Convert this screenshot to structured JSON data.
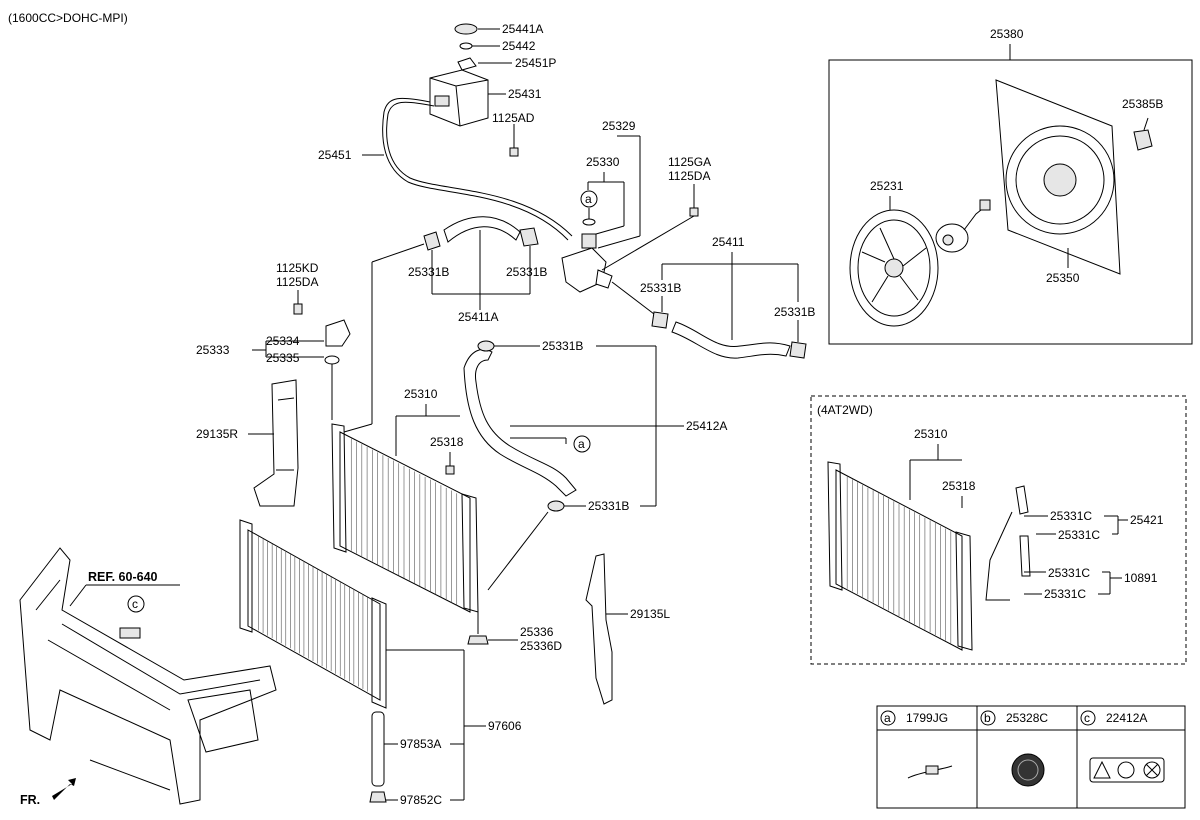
{
  "header": {
    "engine_note": "(1600CC>DOHC-MPI)"
  },
  "main_parts": {
    "p25441A": "25441A",
    "p25442": "25442",
    "p25451P": "25451P",
    "p25431": "25431",
    "p1125AD": "1125AD",
    "p25451": "25451",
    "p25329": "25329",
    "p25330": "25330",
    "p1125GA": "1125GA",
    "p1125DA_a": "1125DA",
    "p25411": "25411",
    "p25331B_1": "25331B",
    "p25331B_2": "25331B",
    "p25331B_3": "25331B",
    "p25331B_4": "25331B",
    "p25331B_5": "25331B",
    "p25331B_6": "25331B",
    "p25411A": "25411A",
    "p1125KD": "1125KD",
    "p1125DA_b": "1125DA",
    "p25334": "25334",
    "p25333": "25333",
    "p25335": "25335",
    "p25310": "25310",
    "p25318": "25318",
    "p25412A": "25412A",
    "p29135R": "29135R",
    "p29135L": "29135L",
    "p25336": "25336",
    "p25336D": "25336D",
    "p97606": "97606",
    "p97853A": "97853A",
    "p97852C": "97852C"
  },
  "circle_a": "a",
  "circle_c": "c",
  "ref": "REF. 60-640",
  "front": "FR.",
  "fan_box": {
    "p25380": "25380",
    "p25385B": "25385B",
    "p25231": "25231",
    "p25350": "25350"
  },
  "at_box": {
    "title": "(4AT2WD)",
    "p25310": "25310",
    "p25318": "25318",
    "p25331C_1": "25331C",
    "p25331C_2": "25331C",
    "p25331C_3": "25331C",
    "p25331C_4": "25331C",
    "p25421": "25421",
    "p10891": "10891"
  },
  "legend": [
    {
      "letter": "a",
      "part": "1799JG"
    },
    {
      "letter": "b",
      "part": "25328C"
    },
    {
      "letter": "c",
      "part": "22412A"
    }
  ]
}
